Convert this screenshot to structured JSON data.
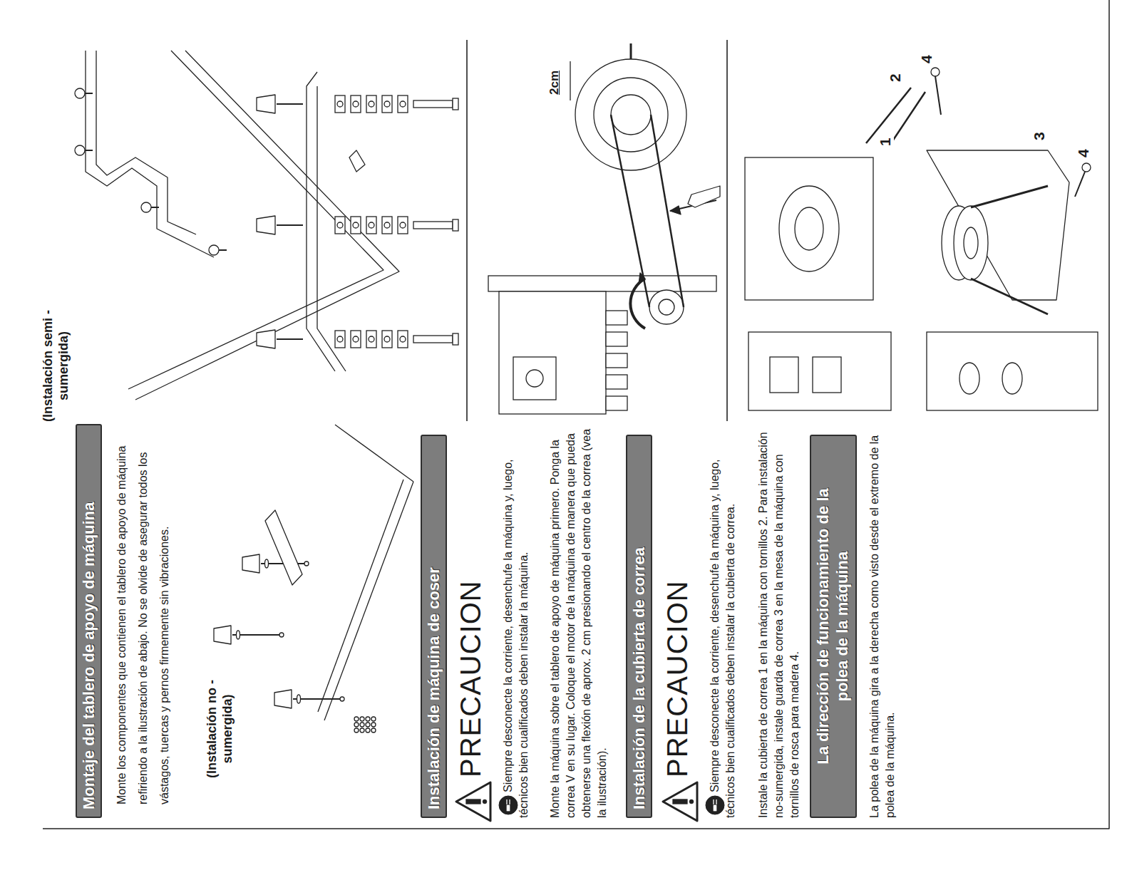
{
  "diagram": {
    "nodes": [
      {
        "text": [
          "Montaje del tablero de apoyo de máquina"
        ]
      },
      {
        "text": [
          "Instalación de máquina de coser"
        ]
      },
      {
        "text": [
          "Instalación de la cubierta de correa"
        ]
      },
      {
        "text": [
          "La dirección de funcionamiento de la polea de la máquina"
        ]
      }
    ],
    "labels": [
      "Monte los componentes que contienen el tablero de apoyo de máquina refiriendo a la ilustración de abajo. No se olvide de asegurar todos los vástagos, tuercas y pernos firmemente sin vibraciones.",
      "(Instalación no - sumergida)",
      "(Instalación semi -sumergida)",
      "PRECAUCION",
      "Siempre desconecte la corriente, desenchufe la máquina y, luego, técnicos bien cualificados deben instalar la máquina.",
      "Monte la máquina sobre el tablero de apoyo de máquina primero. Ponga la correa V en su lugar. Coloque el motor de la máquina de manera que pueda obtenerse una flexión de aprox. 2 cm presionando el centro de la correa (vea la ilustración).",
      "2cm",
      "PRECAUCION",
      "Siempre desconecte la corriente, desenchufe la máquina y, luego, técnicos bien cualificados deben instalar la cubierta de correa.",
      "Instale la cubierta de correa 1 en la máquina con tornillos 2. Para instalación no-sumergida, instale guarda de correa 3 en la mesa de la máquina con tornillos de rosca para madera 4.",
      "2",
      "4",
      "1",
      "3",
      "4",
      "La polea de la máquina gira a la derecha como visto desde el extremo de la polea de la máquina."
    ]
  }
}
